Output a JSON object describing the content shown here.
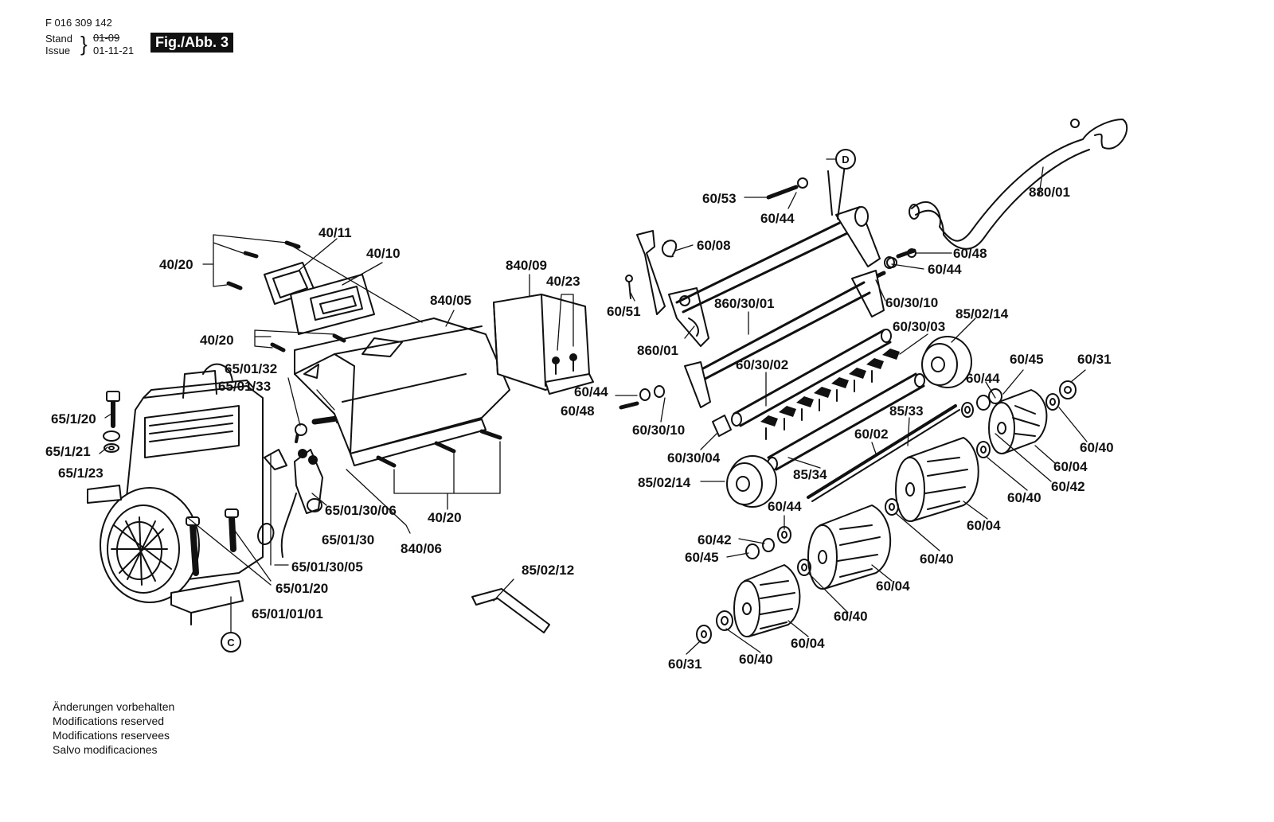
{
  "header": {
    "doc_number": "F 016 309 142",
    "stand_label": "Stand",
    "stand_value_struck": "01-09",
    "issue_label": "Issue",
    "issue_value": "01-11-21",
    "figure_badge": "Fig./Abb. 3"
  },
  "notes": [
    "Änderungen vorbehalten",
    "Modifications reserved",
    "Modifications reservees",
    "Salvo modificaciones"
  ],
  "callouts": {
    "c": "C",
    "d": "D"
  },
  "parts": {
    "p_40_11": "40/11",
    "p_40_10": "40/10",
    "p_40_20_a": "40/20",
    "p_40_20_b": "40/20",
    "p_40_20_c": "40/20",
    "p_840_09": "840/09",
    "p_40_23": "40/23",
    "p_840_05": "840/05",
    "p_65_01_32": "65/01/32",
    "p_65_01_33": "65/01/33",
    "p_65_1_20": "65/1/20",
    "p_65_1_21": "65/1/21",
    "p_65_1_23": "65/1/23",
    "p_65_01_30_06": "65/01/30/06",
    "p_65_01_30": "65/01/30",
    "p_65_01_30_05": "65/01/30/05",
    "p_65_01_20": "65/01/20",
    "p_65_01_01_01": "65/01/01/01",
    "p_840_06": "840/06",
    "p_85_02_12": "85/02/12",
    "p_60_53": "60/53",
    "p_60_44_a": "60/44",
    "p_60_08": "60/08",
    "p_60_51": "60/51",
    "p_860_30_01": "860/30/01",
    "p_860_01": "860/01",
    "p_60_48_a": "60/48",
    "p_60_44_b": "60/44",
    "p_60_30_10_a": "60/30/10",
    "p_880_01": "880/01",
    "p_85_02_14_a": "85/02/14",
    "p_60_30_03": "60/30/03",
    "p_60_30_02": "60/30/02",
    "p_60_44_c": "60/44",
    "p_60_48_b": "60/48",
    "p_60_30_10_b": "60/30/10",
    "p_60_30_04": "60/30/04",
    "p_85_02_14_b": "85/02/14",
    "p_85_34": "85/34",
    "p_60_02": "60/02",
    "p_85_33": "85/33",
    "p_60_44_d": "60/44",
    "p_60_45_a": "60/45",
    "p_60_31_a": "60/31",
    "p_60_04_a": "60/04",
    "p_60_40_a": "60/40",
    "p_60_42_a": "60/42",
    "p_60_40_b": "60/40",
    "p_60_04_b": "60/04",
    "p_60_44_e": "60/44",
    "p_60_42_b": "60/42",
    "p_60_45_b": "60/45",
    "p_60_40_c": "60/40",
    "p_60_04_c": "60/04",
    "p_60_40_d": "60/40",
    "p_60_04_d": "60/04",
    "p_60_31_b": "60/31",
    "p_60_40_e": "60/40"
  }
}
